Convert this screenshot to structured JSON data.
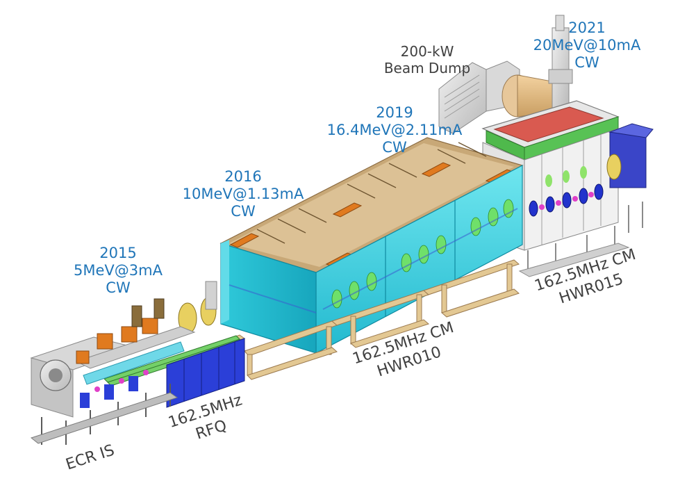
{
  "milestones": [
    {
      "year": "2015",
      "energy": "5MeV@3mA",
      "mode": "CW"
    },
    {
      "year": "2016",
      "energy": "10MeV@1.13mA",
      "mode": "CW"
    },
    {
      "year": "2019",
      "energy": "16.4MeV@2.11mA",
      "mode": "CW"
    },
    {
      "year": "2021",
      "energy": "20MeV@10mA",
      "mode": "CW"
    }
  ],
  "beam_dump": {
    "line1": "200-kW",
    "line2": "Beam Dump"
  },
  "sections": {
    "ecr": "ECR IS",
    "rfq": {
      "line1": "162.5MHz",
      "line2": "RFQ"
    },
    "cm010": {
      "line1": "162.5MHz CM",
      "line2": "HWR010"
    },
    "cm015": {
      "line1": "162.5MHz CM",
      "line2": "HWR015"
    }
  },
  "colors": {
    "milestone_text": "#1f75b8",
    "section_text": "#404040",
    "cryomodule": "#35d2e0",
    "cryomodule_top": "#c8a877",
    "support_frame": "#e3c893",
    "rfq_blue": "#2b3fd8",
    "accent_orange": "#e07a1f",
    "magnet_green": "#5fd35a",
    "dump_gray": "#d7d7d7",
    "final_cm_top": "#d95a50"
  }
}
